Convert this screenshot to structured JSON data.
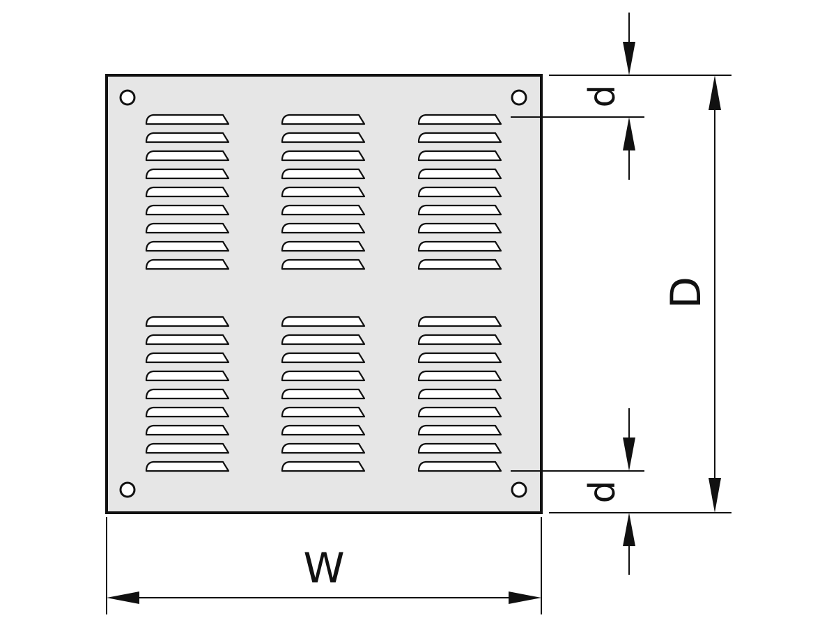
{
  "diagram": {
    "plate": {
      "fill_color": "#e6e6e6",
      "stroke_color": "#111111",
      "louver_groups": {
        "columns": 3,
        "rows": 2,
        "slots_per_group": 9
      },
      "mounting_holes": 4
    },
    "labels": {
      "width": "W",
      "depth": "D",
      "top_offset": "d",
      "bottom_offset": "d"
    }
  }
}
